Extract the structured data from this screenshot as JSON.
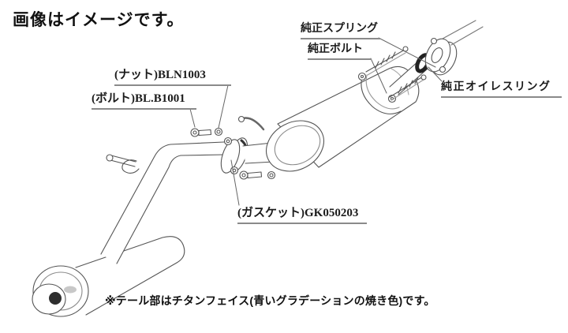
{
  "header": {
    "title": "画像はイメージです。"
  },
  "diagram": {
    "part_labels": {
      "oem_spring": "純正スプリング",
      "oem_bolt": "純正ボルト",
      "oem_oiless_ring": "純正オイレスリング",
      "nut": "(ナット)BLN1003",
      "bolt": "(ボルト)BL.B1001",
      "gasket": "(ガスケット)GK050203"
    }
  },
  "footer": {
    "note": "※テール部はチタンフェイス(青いグラデーションの焼き色)です。"
  },
  "colors": {
    "background": "#ffffff",
    "text": "#1a1a1a",
    "line_art": "#555555",
    "dark_ring": "#222222"
  }
}
